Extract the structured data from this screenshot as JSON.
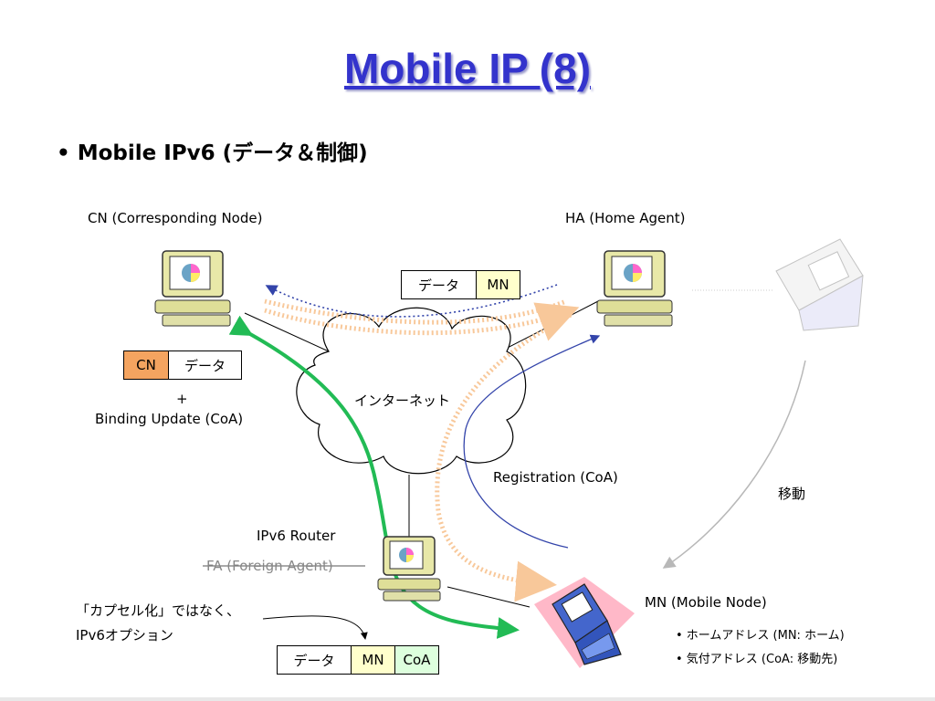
{
  "title": "Mobile IP (8)",
  "bullet": "• Mobile IPv6 (データ＆制御)",
  "labels": {
    "cn": "CN (Corresponding Node)",
    "ha": "HA (Home Agent)",
    "internet": "インターネット",
    "plus": "+",
    "binding": "Binding Update (CoA)",
    "registration": "Registration (CoA)",
    "move": "移動",
    "router": "IPv6 Router",
    "fa": "FA (Foreign Agent)",
    "mn": "MN (Mobile Node)",
    "mn_home": "• ホームアドレス (MN: ホーム)",
    "mn_coa": "• 気付アドレス (CoA: 移動先)",
    "note1": "「カプセル化」ではなく、",
    "note2": "IPv6オプション"
  },
  "packets": {
    "top": {
      "data": "データ",
      "mn": "MN"
    },
    "left": {
      "cn": "CN",
      "data": "データ"
    },
    "bottom": {
      "data": "データ",
      "mn": "MN",
      "coa": "CoA"
    }
  },
  "colors": {
    "title": "#3333cc",
    "green_path": "#22bb55",
    "blue_path": "#3344aa",
    "orange_path": "#f4a460",
    "mn_cell": "#ffffcc",
    "cn_cell": "#f4a460",
    "coa_cell": "#ddffdd"
  }
}
